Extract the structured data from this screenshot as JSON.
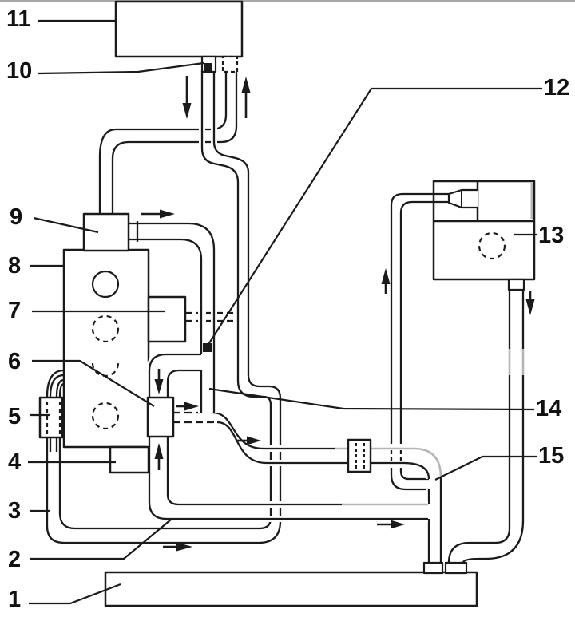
{
  "figure": {
    "description_visible_text_only": true,
    "callouts": [
      {
        "id": 1,
        "label": "1"
      },
      {
        "id": 2,
        "label": "2"
      },
      {
        "id": 3,
        "label": "3"
      },
      {
        "id": 4,
        "label": "4"
      },
      {
        "id": 5,
        "label": "5"
      },
      {
        "id": 6,
        "label": "6"
      },
      {
        "id": 7,
        "label": "7"
      },
      {
        "id": 8,
        "label": "8"
      },
      {
        "id": 9,
        "label": "9"
      },
      {
        "id": 10,
        "label": "10"
      },
      {
        "id": 11,
        "label": "11"
      },
      {
        "id": 12,
        "label": "12"
      },
      {
        "id": 13,
        "label": "13"
      },
      {
        "id": 14,
        "label": "14"
      },
      {
        "id": 15,
        "label": "15"
      }
    ],
    "colors": {
      "line": "#1b1b1b",
      "background": "#ffffff",
      "hidden_line_gray": "#b5b5b5"
    },
    "icons": [
      {
        "name": "flow-arrow-down",
        "count": 3
      },
      {
        "name": "flow-arrow-up",
        "count": 3
      },
      {
        "name": "flow-arrow-right",
        "count": 5
      },
      {
        "name": "junction-dot",
        "count": 1
      }
    ]
  }
}
